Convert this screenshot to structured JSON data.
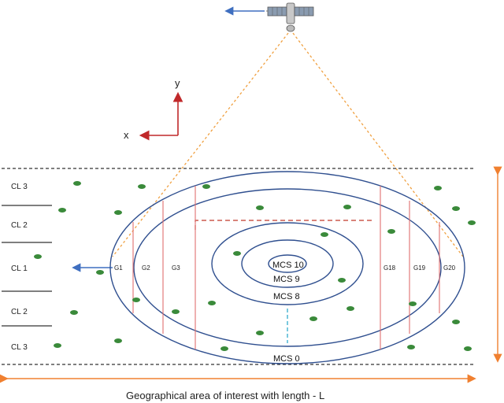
{
  "axes": {
    "y_label": "y",
    "x_label": "x"
  },
  "cluster_labels": [
    "CL 3",
    "CL 2",
    "CL 1",
    "CL 2",
    "CL 3"
  ],
  "group_labels": {
    "left": [
      "G1",
      "G2",
      "G3"
    ],
    "right": [
      "G18",
      "G19",
      "G20"
    ]
  },
  "mcs_labels": {
    "inner": "MCS 10",
    "ring9": "MCS 9",
    "ring8": "MCS 8",
    "outer": "MCS 0"
  },
  "caption": "Geographical area of interest with length - L",
  "colors": {
    "ellipse": "#2f4f8f",
    "group_lines": "#e07070",
    "red_dashed": "#c0392b",
    "beam": "#f0a040",
    "dimension_arrows": "#f08030",
    "axis_arrows": "#c0282a",
    "motion_arrow": "#3f6fc0",
    "users": "#3a8a3a",
    "center_dash": "#40b0d0",
    "border_dashed": "#333333"
  },
  "icons": [
    "satellite-icon"
  ]
}
